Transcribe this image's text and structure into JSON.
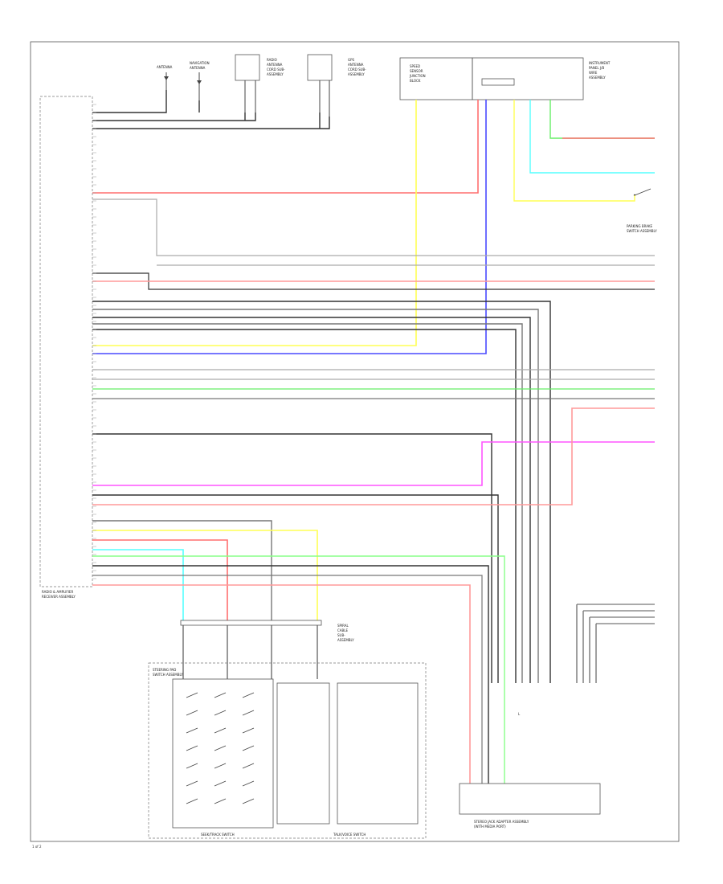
{
  "colors": {
    "red": "#ff6f6f",
    "pink": "#ff9a9a",
    "blue": "#4a4aff",
    "yellow": "#ffff55",
    "cyan": "#55ffff",
    "green": "#66ee66",
    "light_green": "#88ff88",
    "magenta": "#ff55ff",
    "gray": "#777777",
    "dark": "#333333",
    "light_gray": "#aaaaaa"
  },
  "module_caption": [
    "RADIO & AMPLIFIER",
    "RECEIVER ASSEMBLY"
  ],
  "top_connectors": [
    {
      "lines": [
        "ANTENNA"
      ]
    },
    {
      "lines": [
        "NAVIGATION",
        "ANTENNA"
      ]
    },
    {
      "lines": [
        "RADIO",
        "ANTENNA",
        "CORD SUB-",
        "ASSEMBLY"
      ]
    },
    {
      "lines": [
        "GPS",
        "ANTENNA",
        "CORD SUB-",
        "ASSEMBLY"
      ]
    },
    {
      "lines": [
        "SPEED",
        "SENSOR",
        "JUNCTION",
        "BLOCK"
      ]
    },
    {
      "lines": [
        "INSTRUMENT",
        "PANEL J/B",
        "WIRE",
        "ASSEMBLY"
      ]
    }
  ],
  "relay_caption": [
    "PARKING BRAKE",
    "SWITCH ASSEMBLY"
  ],
  "steering_caption": [
    "STEERING PAD",
    "SWITCH ASSEMBLY"
  ],
  "spiral_caption": [
    "SPIRAL",
    "CABLE",
    "SUB-",
    "ASSEMBLY"
  ],
  "door_caption": [
    "STEREO JACK ADAPTER ASSEMBLY",
    "(WITH MEDIA PORT)"
  ],
  "bottom_labels": [
    "SEEK/TRACK SWITCH",
    "TALK/VOICE SWITCH"
  ],
  "left_pin_labels": [
    "",
    "",
    "",
    "",
    "",
    "",
    "",
    "",
    "",
    "",
    "",
    "",
    "",
    "",
    "",
    "",
    "",
    "",
    "",
    "",
    "",
    "",
    "",
    "",
    "",
    "",
    "",
    "",
    "",
    "",
    "",
    "",
    "",
    "",
    "",
    "",
    "",
    "",
    "",
    "",
    "",
    "",
    "",
    "",
    "",
    "",
    "",
    "",
    "",
    "",
    "",
    "",
    "",
    "",
    "",
    "",
    "",
    "",
    "",
    "",
    "",
    "",
    "",
    "",
    ""
  ],
  "footer_code": "1 of 2"
}
